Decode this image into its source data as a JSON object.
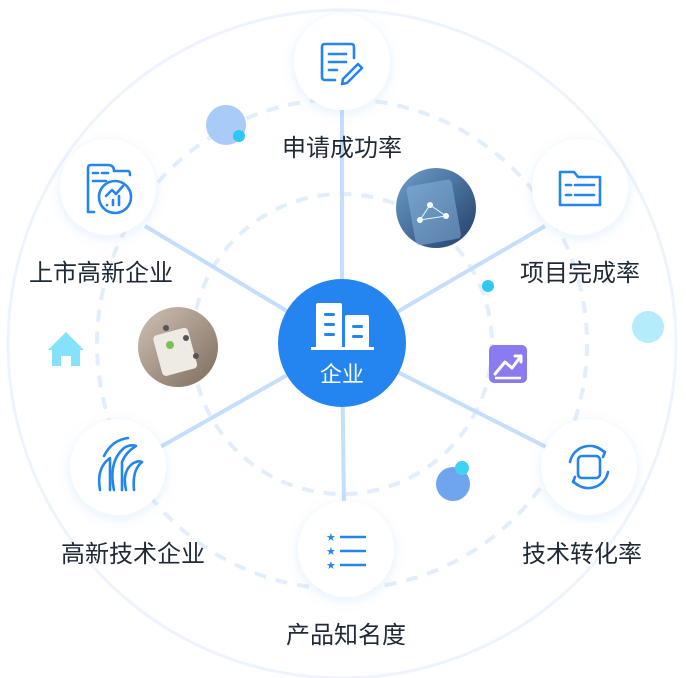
{
  "center": {
    "label": "企业",
    "icon": "buildings-icon",
    "color": "#2585f0"
  },
  "nodes": [
    {
      "label": "申请成功率",
      "icon": "edit-document-icon"
    },
    {
      "label": "项目完成率",
      "icon": "folder-list-icon"
    },
    {
      "label": "技术转化率",
      "icon": "rotate-cycle-icon"
    },
    {
      "label": "产品知名度",
      "icon": "star-list-icon"
    },
    {
      "label": "高新技术企业",
      "icon": "high-tech-logo-icon"
    },
    {
      "label": "上市高新企业",
      "icon": "report-chart-icon"
    }
  ],
  "colors": {
    "accent": "#2585f0",
    "spoke": "#c5defb",
    "ring": "#e3eefc",
    "cyan": "#2ec8f5",
    "purple": "#8a7cf0"
  }
}
